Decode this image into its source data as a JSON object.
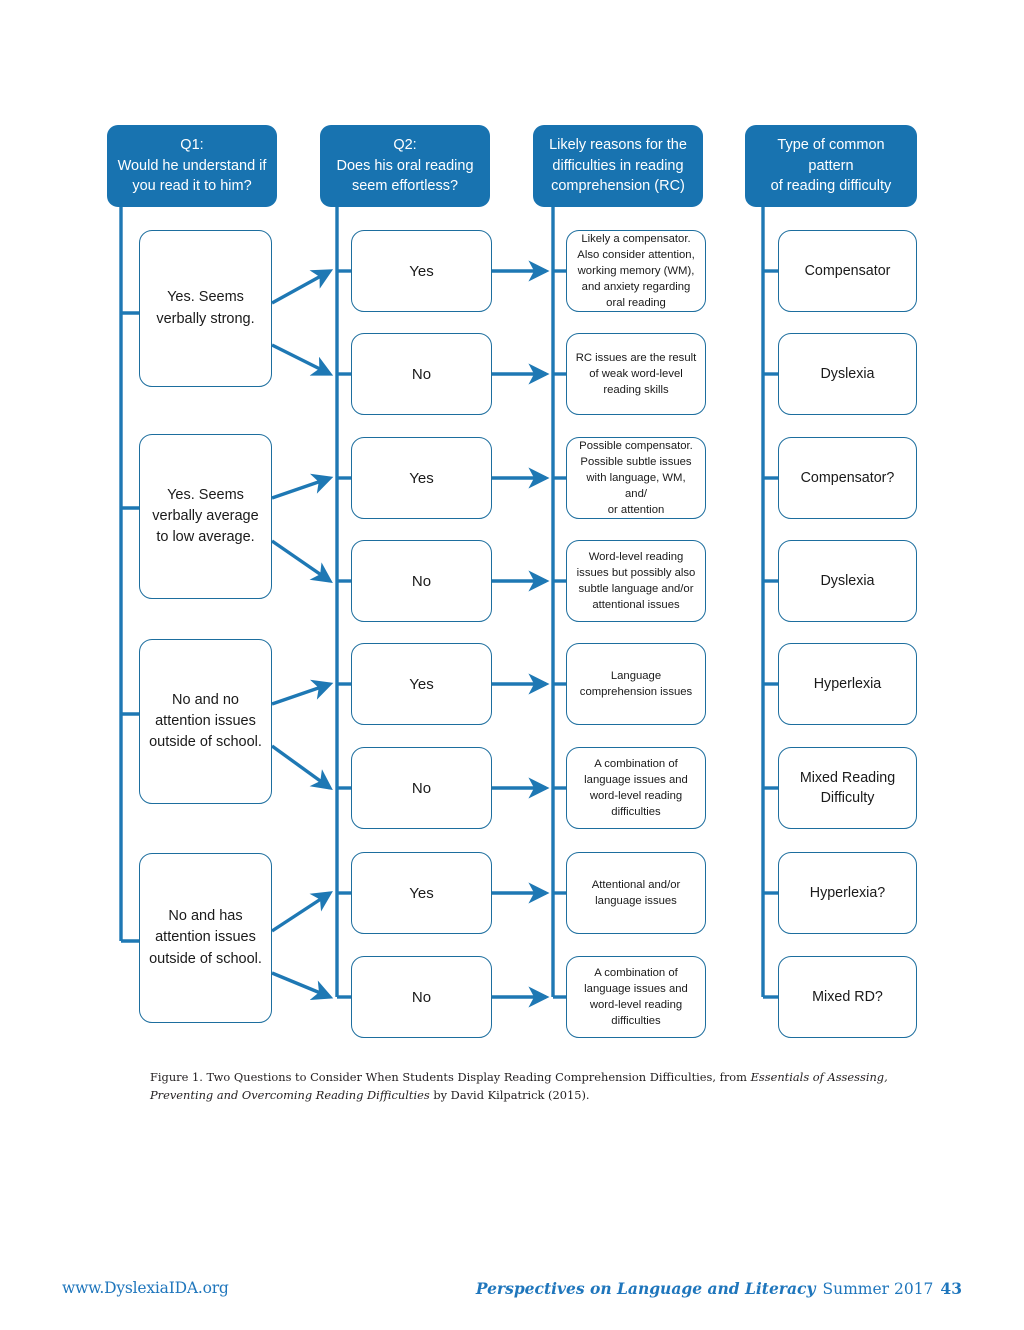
{
  "figure": {
    "headers": [
      {
        "id": "q1",
        "label": "Q1:\nWould he understand if\nyou read it to him?"
      },
      {
        "id": "q2",
        "label": "Q2:\nDoes his oral reading\nseem effortless?"
      },
      {
        "id": "rc",
        "label": "Likely reasons for the\ndifficulties in reading\ncomprehension (RC)"
      },
      {
        "id": "type",
        "label": "Type of common pattern\nof reading difficulty"
      }
    ],
    "column1": [
      {
        "id": "c1-r1",
        "label": "Yes. Seems\nverbally strong."
      },
      {
        "id": "c1-r2",
        "label": "Yes. Seems\nverbally average\nto low average."
      },
      {
        "id": "c1-r3",
        "label": "No and no\nattention issues\noutside of school."
      },
      {
        "id": "c1-r4",
        "label": "No and has\nattention issues\noutside of school."
      }
    ],
    "column2": [
      {
        "id": "c2-r1",
        "label": "Yes"
      },
      {
        "id": "c2-r2",
        "label": "No"
      },
      {
        "id": "c2-r3",
        "label": "Yes"
      },
      {
        "id": "c2-r4",
        "label": "No"
      },
      {
        "id": "c2-r5",
        "label": "Yes"
      },
      {
        "id": "c2-r6",
        "label": "No"
      },
      {
        "id": "c2-r7",
        "label": "Yes"
      },
      {
        "id": "c2-r8",
        "label": "No"
      }
    ],
    "column3": [
      {
        "id": "c3-r1",
        "label": "Likely a compensator.\nAlso consider attention,\nworking memory (WM),\nand anxiety regarding\noral reading"
      },
      {
        "id": "c3-r2",
        "label": "RC issues are the result\nof weak word-level\nreading skills"
      },
      {
        "id": "c3-r3",
        "label": "Possible compensator.\nPossible subtle issues\nwith language, WM, and/\nor attention"
      },
      {
        "id": "c3-r4",
        "label": "Word-level reading\nissues but possibly also\nsubtle language and/or\nattentional issues"
      },
      {
        "id": "c3-r5",
        "label": "Language\ncomprehension issues"
      },
      {
        "id": "c3-r6",
        "label": "A combination of\nlanguage issues and\nword-level reading\ndifficulties"
      },
      {
        "id": "c3-r7",
        "label": "Attentional and/or\nlanguage issues"
      },
      {
        "id": "c3-r8",
        "label": "A combination of\nlanguage issues and\nword-level reading\ndifficulties"
      }
    ],
    "column4": [
      {
        "id": "c4-r1",
        "label": "Compensator"
      },
      {
        "id": "c4-r2",
        "label": "Dyslexia"
      },
      {
        "id": "c4-r3",
        "label": "Compensator?"
      },
      {
        "id": "c4-r4",
        "label": "Dyslexia"
      },
      {
        "id": "c4-r5",
        "label": "Hyperlexia"
      },
      {
        "id": "c4-r6",
        "label": "Mixed Reading\nDifficulty"
      },
      {
        "id": "c4-r7",
        "label": "Hyperlexia?"
      },
      {
        "id": "c4-r8",
        "label": "Mixed RD?"
      }
    ],
    "colors": {
      "header_fill": "#1873B0",
      "node_border": "#1D6E9E",
      "connector": "#1E78B4",
      "footer_text": "#1F76BC",
      "caption_text": "#231f20"
    }
  },
  "caption": {
    "lead": "Figure 1. Two Questions to Consider When Students Display Reading Comprehension Difficulties, from ",
    "title_italic": "Essentials of Assessing, Preventing and Overcoming Reading Difficulties",
    "tail": " by David Kilpatrick (2015)."
  },
  "footer": {
    "site": "www.DyslexiaIDA.org",
    "journal": "Perspectives on Language and Literacy",
    "issue": "Summer 2017",
    "page": "43"
  }
}
